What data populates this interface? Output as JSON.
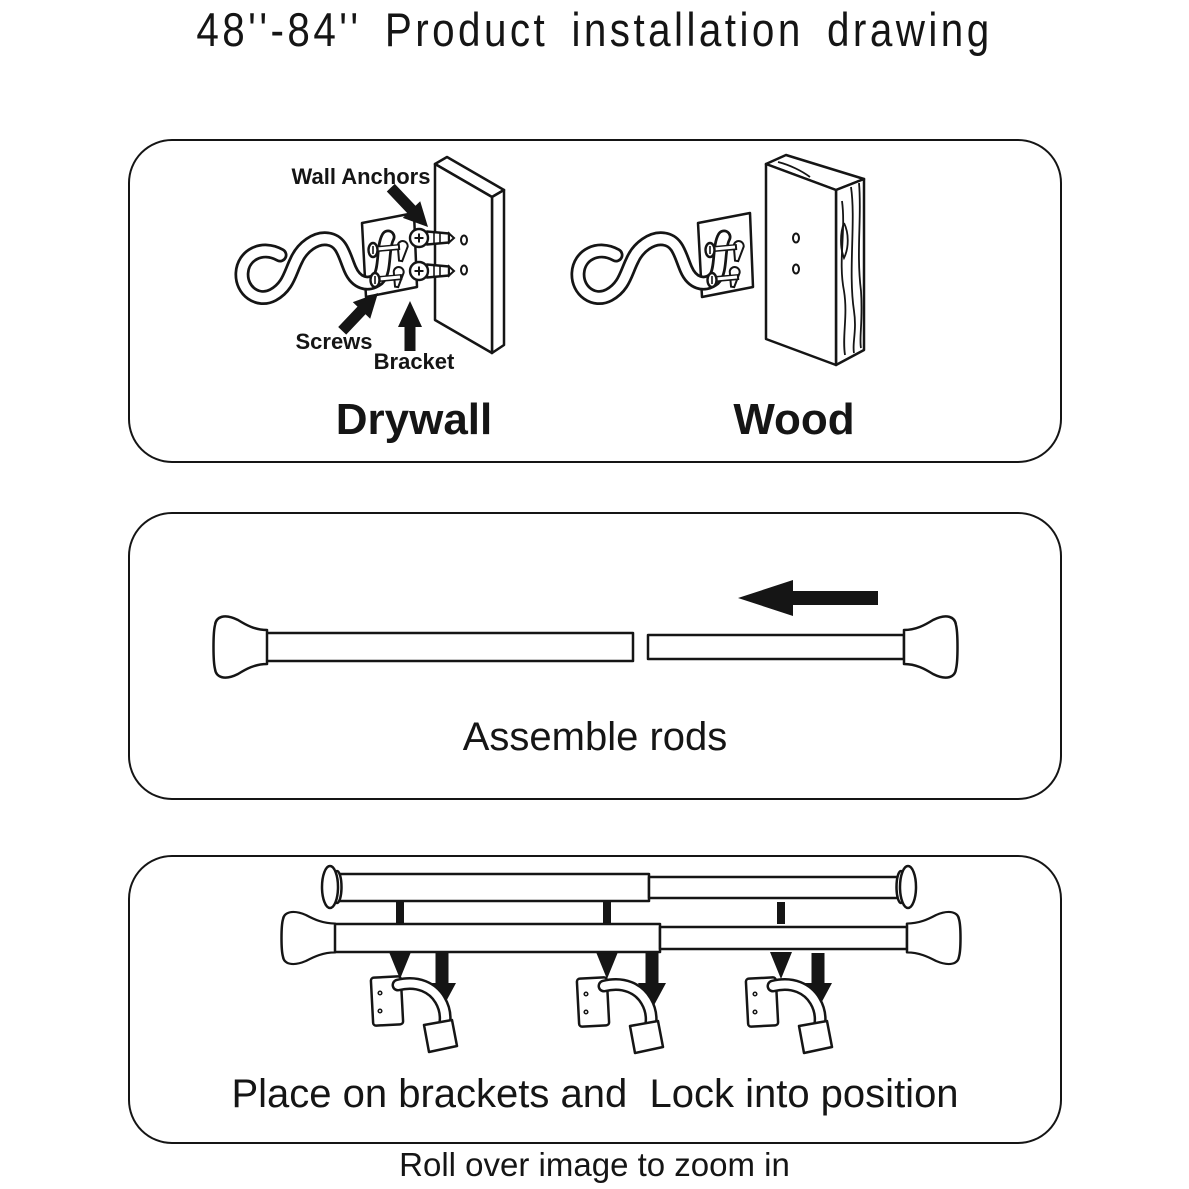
{
  "title": "48''-84'' Product installation drawing",
  "footer": "Roll over image to zoom in",
  "colors": {
    "ink": "#151515",
    "background": "#ffffff"
  },
  "panel_mounting": {
    "wall_anchors_label": "Wall Anchors",
    "screws_label": "Screws",
    "bracket_label": "Bracket",
    "drywall_caption": "Drywall",
    "wood_caption": "Wood"
  },
  "panel_assemble": {
    "caption": "Assemble rods"
  },
  "panel_place": {
    "caption": "Place on brackets and  Lock into position"
  }
}
